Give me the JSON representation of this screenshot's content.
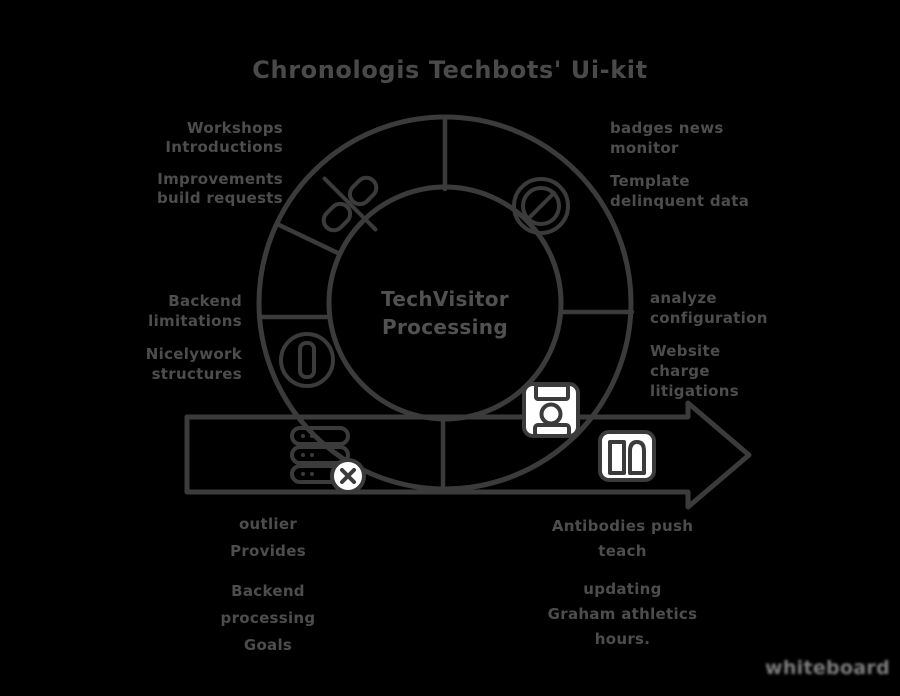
{
  "title": "Chronologis Techbots' Ui-kit",
  "center": {
    "line1": "TechVisitor",
    "line2": "Processing"
  },
  "labels": {
    "top_left": {
      "block1": [
        "Workshops",
        "Introductions"
      ],
      "block2": [
        "Improvements",
        "build requests"
      ]
    },
    "top_right": {
      "block1": [
        "badges news",
        "monitor"
      ],
      "block2": [
        "Template",
        "delinquent data"
      ]
    },
    "left": {
      "block1": [
        "Backend",
        "limitations"
      ],
      "block2": [
        "Nicelywork",
        "structures"
      ]
    },
    "right": {
      "block1": [
        "analyze",
        "configuration"
      ],
      "block2": [
        "Website",
        "charge",
        "litigations"
      ]
    },
    "bottom_left": {
      "block1": [
        "outlier",
        "Provides"
      ],
      "block2": [
        "Backend",
        "processing",
        "Goals"
      ]
    },
    "bottom_right": {
      "block1": [
        "Antibodies push",
        "teach"
      ],
      "block2": [
        "updating",
        "Graham athletics",
        "hours."
      ]
    }
  },
  "icons": [
    "unlink-icon",
    "ban-icon",
    "power-bar-icon",
    "floppy-disk-icon",
    "server-error-icon",
    "door-panels-icon"
  ],
  "watermark": "whiteboard",
  "colors": {
    "background": "#000000",
    "shape_fill": "#ffffff",
    "stroke": "#3b3b3b",
    "text": "#4d4d4d",
    "watermark": "#7d7d7d"
  }
}
